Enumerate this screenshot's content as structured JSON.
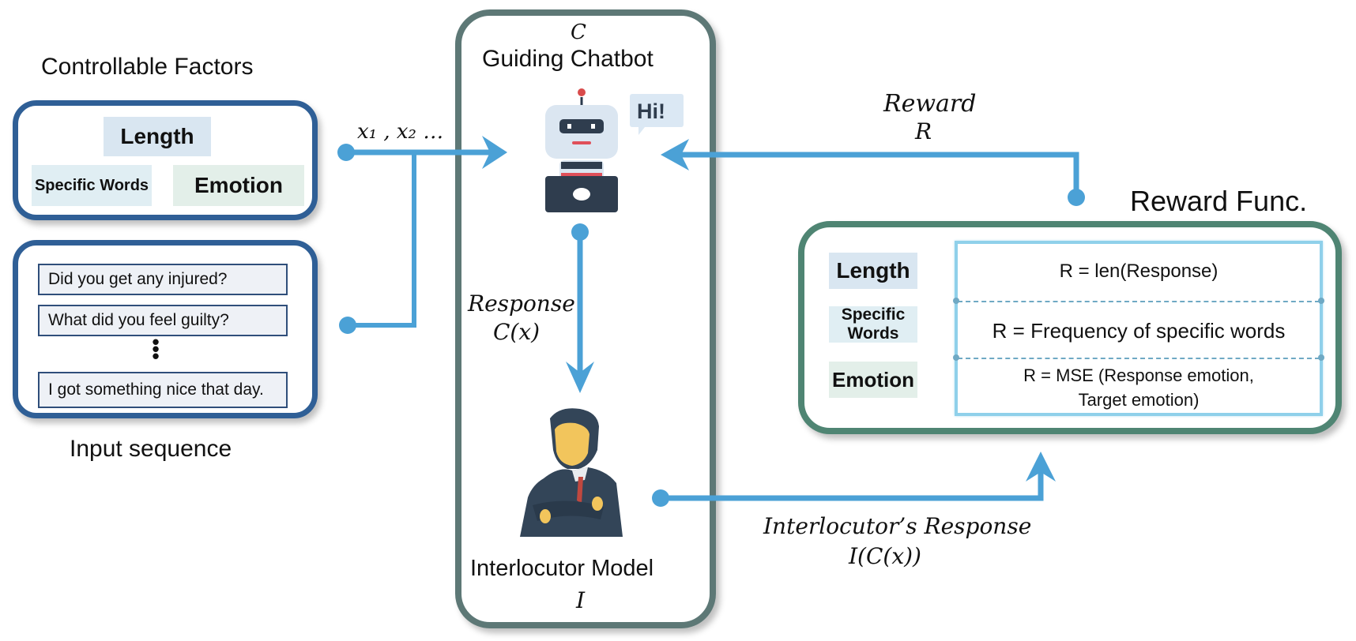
{
  "colors": {
    "arrow": "#4ba1d6",
    "factor_border": "#2f5f96",
    "center_border": "#5d7876",
    "reward_border": "#4f8573",
    "formula_border": "#8fd0ea"
  },
  "controllable_factors": {
    "title": "Controllable Factors",
    "chips": {
      "length": "Length",
      "specific_words": "Specific Words",
      "emotion": "Emotion"
    }
  },
  "input_sequence": {
    "title": "Input sequence",
    "items": [
      "Did you get any injured?",
      "What did you feel guilty?",
      "I got something nice that day."
    ],
    "ellipsis": "⋮"
  },
  "arrows": {
    "input_label": "x₁ , x₂ …",
    "response_label": "Response",
    "response_math": "C(x)",
    "reward_label": "Reward",
    "reward_math": "R",
    "interlocutor_label": "Interlocutor’s Response",
    "interlocutor_math": "I(C(x))"
  },
  "guiding_chatbot": {
    "symbol": "C",
    "title": "Guiding Chatbot",
    "speech_bubble": "Hi!"
  },
  "interlocutor_model": {
    "title": "Interlocutor Model",
    "symbol": "I"
  },
  "reward_function": {
    "title": "Reward Func.",
    "rows": [
      {
        "factor": "Length",
        "formula": "R = len(Response)"
      },
      {
        "factor": "Specific Words",
        "formula": "R = Frequency of specific words"
      },
      {
        "factor": "Emotion",
        "formula_line1": "R = MSE (Response emotion,",
        "formula_line2": "Target emotion)"
      }
    ]
  }
}
